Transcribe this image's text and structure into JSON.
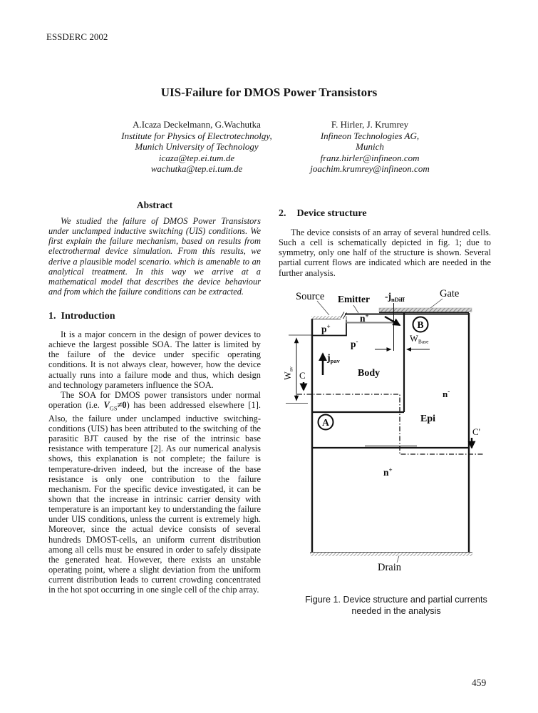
{
  "page": {
    "header": "ESSDERC 2002",
    "number": "459"
  },
  "title": "UIS-Failure for DMOS Power Transistors",
  "authors": {
    "left": {
      "names": "A.Icaza Deckelmann, G.Wachutka",
      "affil1": "Institute for Physics of Electrotechnolgy,",
      "affil2": "Munich University of Technology",
      "email1": "icaza@tep.ei.tum.de",
      "email2": "wachutka@tep.ei.tum.de"
    },
    "right": {
      "names": "F. Hirler, J. Krumrey",
      "affil1": "Infineon Technologies AG,",
      "affil2": "Munich",
      "email1": "franz.hirler@infineon.com",
      "email2": "joachim.krumrey@infineon.com"
    }
  },
  "abstract": {
    "heading": "Abstract",
    "body": "We studied the failure of DMOS Power Transistors under unclamped inductive switching (UIS) conditions. We first explain the failure mechanism, based on results from electrothermal device simulation. From this results, we derive a plausible model scenario. which is amenable to an analytical treatment. In this way we arrive at a mathematical model that describes the device behaviour and from which the failure conditions can be extracted."
  },
  "intro": {
    "num": "1.",
    "heading": "Introduction",
    "para1": "It is a major concern in the design of power devices to achieve the largest possible SOA. The latter is limited by the failure of the device under specific operating conditions. It is not always clear, however, how the device actually runs into a failure mode and thus, which design and technology parameters influence the SOA.",
    "para2_pre": "The SOA for DMOS power transistors under normal operation (i.e. ",
    "formula_v": "V",
    "formula_sub": "GS",
    "formula_neq": "≠0",
    "para2_post": ") has been addressed elsewhere [1]. Also, the failure under unclamped inductive switching-conditions (UIS) has been attributed to the switching of the parasitic BJT caused by the rise of the intrinsic base resistance with temperature [2]. As our numerical analysis shows, this explanation is not complete; the failure is temperature-driven indeed, but the increase of the base resistance is only one contribution to the failure mechanism. For the specific device investigated, it can be shown that the increase in intrinsic carrier density with temperature is an important key to understanding the failure under UIS conditions, unless the current is extremely high. Moreover, since the actual device consists of several hundreds DMOST-cells, an uniform current distribution among all cells must be ensured in order to safely dissipate the generated heat. However, there exists an unstable operating point, where a slight deviation from the uniform current distribution leads to current crowding concentrated in the hot spot occurring in one single cell of the chip array."
  },
  "device": {
    "num": "2.",
    "heading": "Device structure",
    "para1": "The device consists of an array of several hundred cells. Such a cell is schematically depicted in fig. 1; due to symmetry, only one half of the structure is shown. Several partial current flows are indicated which are needed in the further analysis."
  },
  "figure": {
    "caption1": "Figure 1. Device structure and partial currents",
    "caption2": "needed in the analysis",
    "labels": {
      "source": "Source",
      "emitter": "Emitter",
      "gate": "Gate",
      "drain": "Drain",
      "jndiff_base": "-j",
      "jndiff_sub": "nDiff",
      "jpav_base": "j",
      "jpav_sub": "pav",
      "wav_base": "W",
      "wav_sub": "av",
      "wbase_base": "W",
      "wbase_sub": "Base",
      "p_plus_base": "p",
      "p_plus_sup": "+",
      "n_plus_base": "n",
      "n_plus_sup": "+",
      "p_minus_base": "p",
      "p_minus_sup": "-",
      "n_minus_base": "n",
      "n_minus_sup": "-",
      "n_sub_base": "n",
      "n_sub_sup": "+",
      "body": "Body",
      "epi": "Epi",
      "a": "A",
      "b": "B",
      "c": "C",
      "c_prime": "C'"
    }
  }
}
